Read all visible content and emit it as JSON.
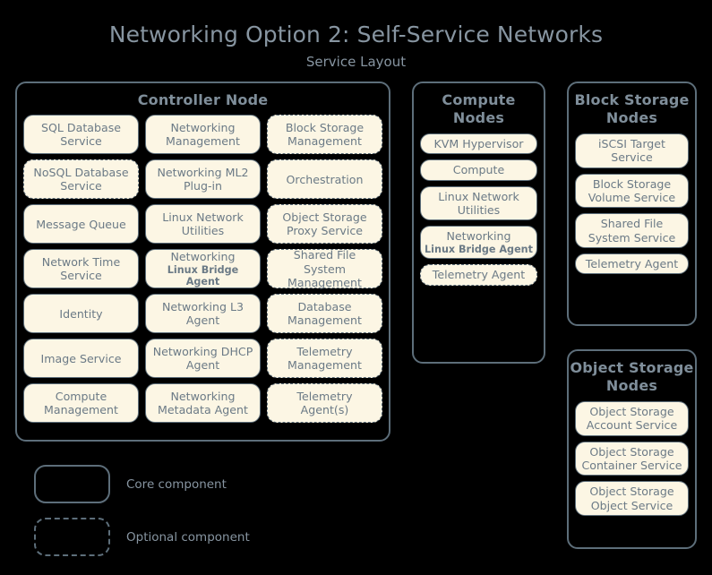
{
  "header": {
    "title": "Networking Option 2: Self-Service Networks",
    "subtitle": "Service Layout"
  },
  "colors": {
    "background": "#000000",
    "box_fill": "#fcf6e4",
    "border": "#5d6e7a",
    "text": "#6b7a86",
    "title_text": "#8795a1",
    "node_title_text": "#7f8e9a"
  },
  "nodes": {
    "controller": {
      "title": "Controller Node",
      "container_style": "solid",
      "rows": [
        [
          {
            "label": "SQL Database Service",
            "style": "solid"
          },
          {
            "label": "Networking Management",
            "style": "solid"
          },
          {
            "label": "Block Storage Management",
            "style": "dashed"
          }
        ],
        [
          {
            "label": "NoSQL Database Service",
            "style": "dashed"
          },
          {
            "label": "Networking ML2 Plug-in",
            "style": "solid"
          },
          {
            "label": "Orchestration",
            "style": "dashed"
          }
        ],
        [
          {
            "label": "Message Queue",
            "style": "solid"
          },
          {
            "label": "Linux Network Utilities",
            "style": "solid"
          },
          {
            "label": "Object Storage Proxy Service",
            "style": "dashed"
          }
        ],
        [
          {
            "label": "Network Time Service",
            "style": "solid"
          },
          {
            "label": "Networking",
            "sub": "Linux Bridge Agent",
            "style": "solid"
          },
          {
            "label": "Shared File System Management",
            "style": "dashed"
          }
        ],
        [
          {
            "label": "Identity",
            "style": "solid"
          },
          {
            "label": "Networking L3 Agent",
            "style": "solid"
          },
          {
            "label": "Database Management",
            "style": "dashed"
          }
        ],
        [
          {
            "label": "Image Service",
            "style": "solid"
          },
          {
            "label": "Networking DHCP Agent",
            "style": "solid"
          },
          {
            "label": "Telemetry Management",
            "style": "dashed"
          }
        ],
        [
          {
            "label": "Compute Management",
            "style": "solid"
          },
          {
            "label": "Networking Metadata Agent",
            "style": "solid"
          },
          {
            "label": "Telemetry Agent(s)",
            "style": "dashed"
          }
        ]
      ]
    },
    "compute": {
      "title": "Compute Nodes",
      "container_style": "solid",
      "items": [
        {
          "label": "KVM Hypervisor",
          "style": "solid"
        },
        {
          "label": "Compute",
          "style": "solid"
        },
        {
          "label": "Linux Network Utilities",
          "style": "solid"
        },
        {
          "label": "Networking",
          "sub": "Linux Bridge Agent",
          "style": "solid"
        },
        {
          "label": "Telemetry Agent",
          "style": "dashed"
        }
      ]
    },
    "block_storage": {
      "title": "Block Storage Nodes",
      "container_style": "dashed",
      "items": [
        {
          "label": "iSCSI Target Service",
          "style": "solid"
        },
        {
          "label": "Block Storage Volume Service",
          "style": "solid"
        },
        {
          "label": "Shared File System Service",
          "style": "solid"
        },
        {
          "label": "Telemetry Agent",
          "style": "solid"
        }
      ]
    },
    "object_storage": {
      "title": "Object Storage Nodes",
      "container_style": "dashed",
      "items": [
        {
          "label": "Object Storage Account Service",
          "style": "solid"
        },
        {
          "label": "Object Storage Container Service",
          "style": "solid"
        },
        {
          "label": "Object Storage Object Service",
          "style": "solid"
        }
      ]
    }
  },
  "legend": [
    {
      "label": "Core component",
      "style": "solid"
    },
    {
      "label": "Optional component",
      "style": "dashed"
    }
  ]
}
